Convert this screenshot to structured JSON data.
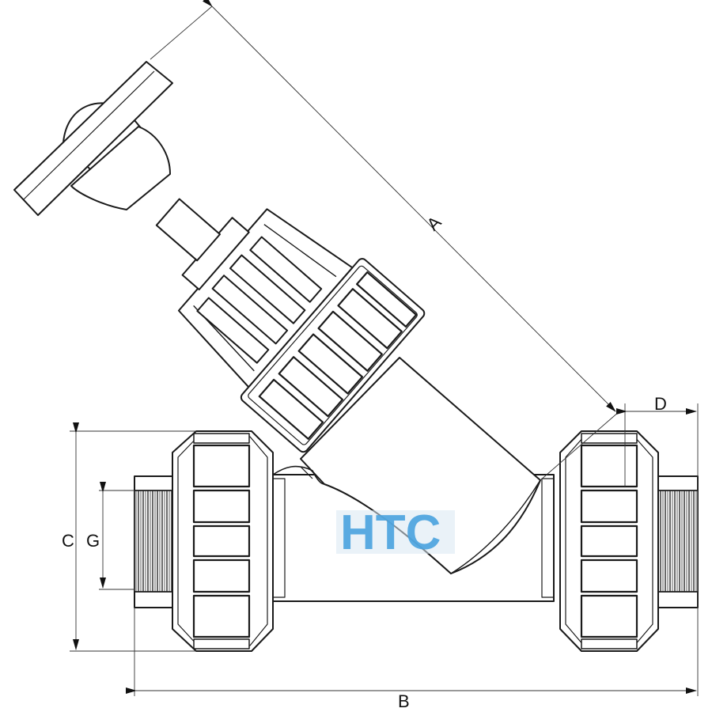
{
  "labels": {
    "a": "A",
    "b": "B",
    "c": "C",
    "d": "D",
    "g": "G"
  },
  "watermark": {
    "text": "HTC"
  },
  "colors": {
    "line": "#1a1a1a",
    "dimension": "#333333",
    "watermark_fill": "#4aa3df",
    "watermark_shadow": "#d8e8f2"
  },
  "icons": {
    "handwheel": "handwheel-icon",
    "bonnet": "bonnet-icon",
    "union_nut": "union-nut-icon"
  }
}
